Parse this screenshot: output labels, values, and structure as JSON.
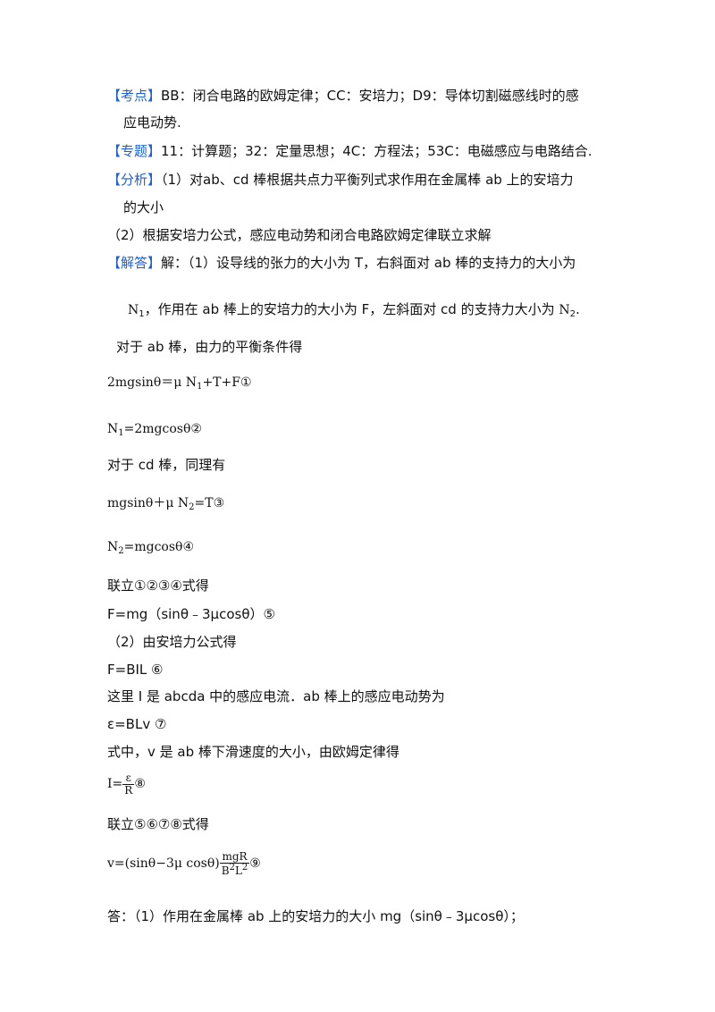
{
  "lines": [
    {
      "tag": "【考点】",
      "text": "BB：闭合电路的欧姆定律；CC：安培力；D9：导体切割磁感线时的感"
    },
    {
      "text": "应电动势."
    },
    {
      "tag": "【专题】",
      "text": "11：计算题；32：定量思想；4C：方程法；53C：电磁感应与电路结合."
    },
    {
      "tag": "【分析】",
      "text": "（1）对ab、cd 棒根据共点力平衡列式求作用在金属棒 ab 上的安培力"
    },
    {
      "text": "的大小"
    },
    {
      "text": "（2）根据安培力公式，感应电动势和闭合电路欧姆定律联立求解"
    },
    {
      "tag": "【解答】",
      "text": "解：（1）设导线的张力的大小为 T，右斜面对 ab 棒的支持力的大小为"
    },
    {
      "text": "对于 ab 棒，由力的平衡条件得"
    },
    {
      "text": "对于 cd 棒，同理有"
    },
    {
      "text": "联立①②③④式得"
    },
    {
      "text": "F=mg（sinθ﹣3μcosθ）⑤"
    },
    {
      "text": "（2）由安培力公式得"
    },
    {
      "text": "F=BIL ⑥"
    },
    {
      "text": "这里 I 是 abcda 中的感应电流．ab 棒上的感应电动势为"
    },
    {
      "text": "ε=BLv ⑦"
    },
    {
      "text": "式中，v 是 ab 棒下滑速度的大小，由欧姆定律得"
    },
    {
      "text": "联立⑤⑥⑦⑧式得"
    },
    {
      "text": "答：（1）作用在金属棒 ab 上的安培力的大小 mg（sinθ﹣3μcosθ）；"
    }
  ],
  "n_line": {
    "n": "N",
    "s1": "1",
    "mid": "，作用在 ab 棒上的安培力的大小为 F，左斜面对 cd 的支持力大小为 ",
    "n2": "N",
    "s2": "2",
    "end": "."
  },
  "eq1": {
    "a": "2mgsinθ＝μ N",
    "s": "1",
    "b": "+T+F①"
  },
  "eq2": {
    "a": "N",
    "s": "1",
    "b": "=2mgcosθ②"
  },
  "eq3": {
    "a": "mgsinθ＋μ N",
    "s": "2",
    "b": "=T③"
  },
  "eq4": {
    "a": "N",
    "s": "2",
    "b": "=mgcosθ④"
  },
  "eq5": {
    "a": "I=",
    "num": "ε",
    "den": "R",
    "b": "⑧"
  },
  "eq6": {
    "a": "v=(sinθ−3μ cosθ)",
    "num": "mgR",
    "den_a": "B",
    "den_s1": "2",
    "den_b": "L",
    "den_s2": "2",
    "b": "⑨"
  }
}
